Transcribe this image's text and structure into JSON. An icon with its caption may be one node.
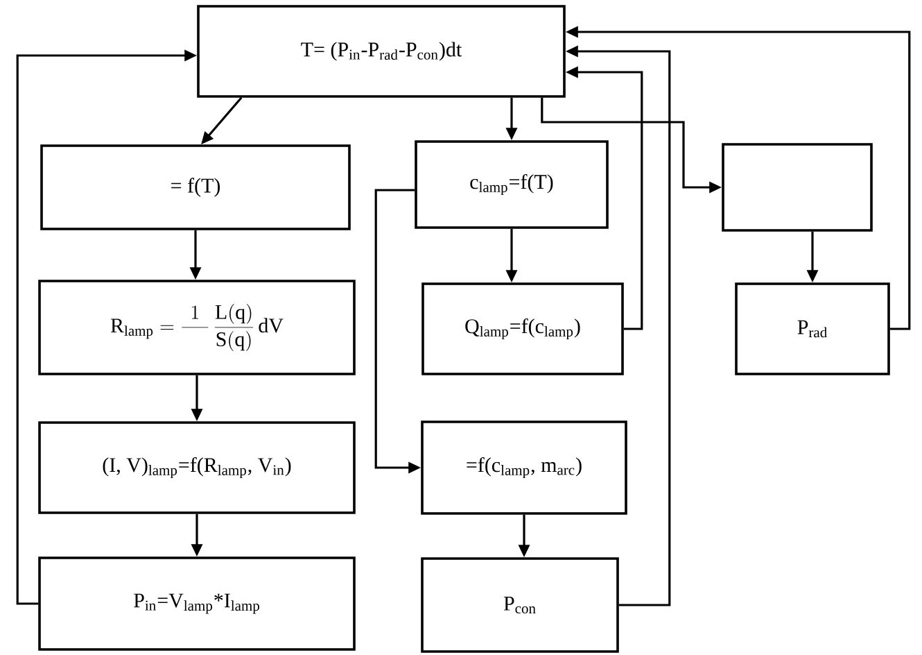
{
  "diagram": {
    "nodes": [
      {
        "text": [
          "T=  (P$_{in}$-P$_{rad}$-P$_{con}$)dt"
        ]
      },
      {
        "text": [
          "= f(T)"
        ]
      },
      {
        "text": [
          "\\mathrm{R_{lamp}=}\\;\\frac{1}{\\quad\\;}\\,\\frac{\\mathrm{L(q)}}{\\mathrm{S(q)}}\\,\\mathrm{dV}"
        ]
      },
      {
        "text": [
          "(I, V)$_{lamp}$=f(R$_{lamp}$, V$_{in}$)"
        ]
      },
      {
        "text": [
          "P$_{in}$=V$_{lamp}$*I$_{lamp}$"
        ]
      },
      {
        "text": [
          "c$_{lamp}$=f(T)"
        ]
      },
      {
        "text": [
          "Q$_{lamp}$=f(c$_{lamp}$)"
        ]
      },
      {
        "text": [
          "=f(c$_{lamp}$, m$_{arc}$)"
        ]
      },
      {
        "text": [
          "P$_{con}$"
        ]
      },
      {
        "text": [],
        "shape": "box"
      },
      {
        "text": [
          "P$_{rad}$"
        ]
      }
    ],
    "edges": [
      {
        "from": 0,
        "to": 1,
        "arrow": "to"
      },
      {
        "from": 1,
        "to": 2,
        "arrow": "to"
      },
      {
        "from": 2,
        "to": 3,
        "arrow": "to"
      },
      {
        "from": 3,
        "to": 4,
        "arrow": "to"
      },
      {
        "from": 4,
        "to": 0,
        "arrow": "to"
      },
      {
        "from": 0,
        "to": 5,
        "arrow": "to"
      },
      {
        "from": 5,
        "to": 6,
        "arrow": "to"
      },
      {
        "from": 5,
        "to": 7,
        "arrow": "to"
      },
      {
        "from": 7,
        "to": 8,
        "arrow": "to"
      },
      {
        "from": 6,
        "to": 0,
        "arrow": "to"
      },
      {
        "from": 8,
        "to": 0,
        "arrow": "to"
      },
      {
        "from": 10,
        "to": 0,
        "arrow": "to"
      },
      {
        "from": 0,
        "to": 9,
        "arrow": "to"
      },
      {
        "from": 9,
        "to": 10,
        "arrow": "to"
      }
    ]
  }
}
